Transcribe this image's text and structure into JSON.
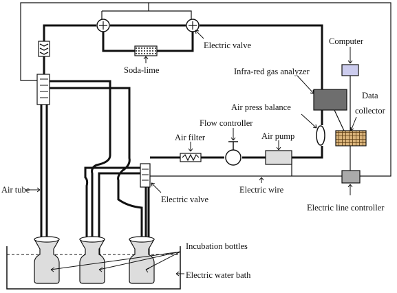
{
  "labels": {
    "electric_valve_top": "Electric valve",
    "soda_lime": "Soda-lime",
    "computer": "Computer",
    "infrared_gas_analyzer": "Infra-red gas analyzer",
    "data_collector_line1": "Data",
    "data_collector_line2": "collector",
    "air_press_balance": "Air press balance",
    "flow_controller": "Flow controller",
    "air_filter": "Air filter",
    "air_pump": "Air pump",
    "air_tube": "Air tube",
    "electric_valve_lower": "Electric valve",
    "electric_wire": "Electric wire",
    "electric_line_controller": "Electric line controller",
    "incubation_bottles": "Incubation bottles",
    "electric_water_bath": "Electric water bath"
  },
  "colors": {
    "line": "#111111",
    "computer_fill": "#ccccee",
    "analyzer_fill": "#6e6e6e",
    "pump_fill": "#dddddd",
    "controller_fill": "#aaaaaa",
    "collector_fill": "#d9b37a",
    "bottle_fill": "#dddddd"
  },
  "icons": {
    "valve": "three-way-valve-circle",
    "filter": "zigzag-filter-icon",
    "soda_lime": "dotted-canister-icon",
    "data_collector": "hatched-grid-icon"
  }
}
